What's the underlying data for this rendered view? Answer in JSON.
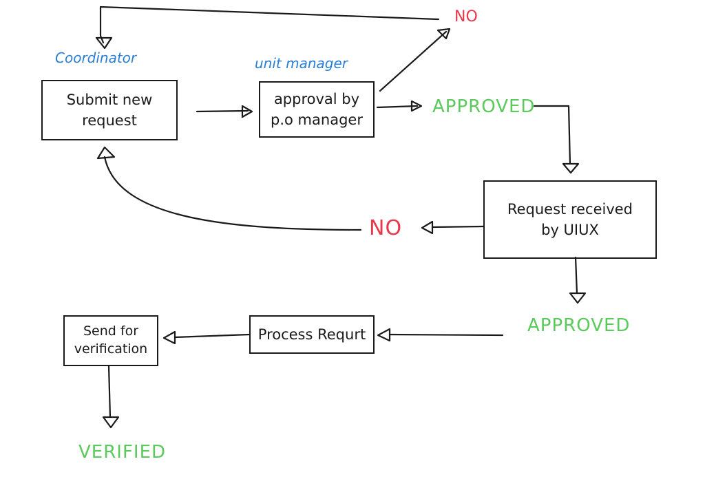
{
  "colors": {
    "ink": "#1a1a1a",
    "role": "#2a7fd4",
    "approved": "#5cc95c",
    "no": "#e8374a"
  },
  "roles": {
    "coordinator": "Coordinator",
    "unit_manager": "unit manager"
  },
  "nodes": {
    "submit_request": {
      "line1": "Submit new",
      "line2": "request"
    },
    "approval": {
      "line1": "approval by",
      "line2": "p.o manager"
    },
    "request_received": {
      "line1": "Request received",
      "line2": "by UIUX"
    },
    "process_request": {
      "line1": "Process Requrt"
    },
    "send_verification": {
      "line1": "Send for",
      "line2": "verification"
    }
  },
  "outcomes": {
    "no_top": "NO",
    "approved_1": "APPROVED",
    "no_middle": "NO",
    "approved_2": "APPROVED",
    "verified": "VERIFIED"
  }
}
